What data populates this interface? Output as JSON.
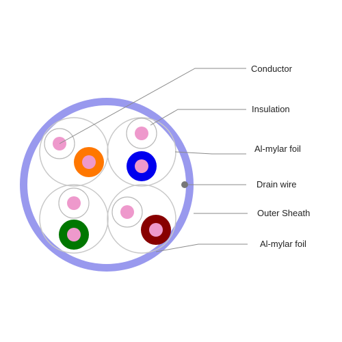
{
  "labels": {
    "conductor": "Conductor",
    "insulation": "Insulation",
    "al_mylar_foil_top": "Al-mylar foil",
    "drain_wire": "Drain wire",
    "outer_sheath": "Outer Sheath",
    "al_mylar_foil_bottom": "Al-mylar foil"
  },
  "colors": {
    "outer_sheath": "#9999ee",
    "sheath_inner_fill": "#ffffff",
    "foil_outline": "#c8c8c8",
    "insulation_outline": "#b8b8b8",
    "conductor": "#ee99cc",
    "drain_wire": "#777777",
    "orange": "#ff7700",
    "blue": "#0000ee",
    "green": "#007700",
    "brown": "#880000",
    "text": "#222222",
    "leader_line": "#8a8a8a"
  },
  "pairs": [
    {
      "name": "top-left",
      "color_wire": "orange"
    },
    {
      "name": "top-right",
      "color_wire": "blue"
    },
    {
      "name": "bottom-left",
      "color_wire": "green"
    },
    {
      "name": "bottom-right",
      "color_wire": "brown"
    }
  ]
}
